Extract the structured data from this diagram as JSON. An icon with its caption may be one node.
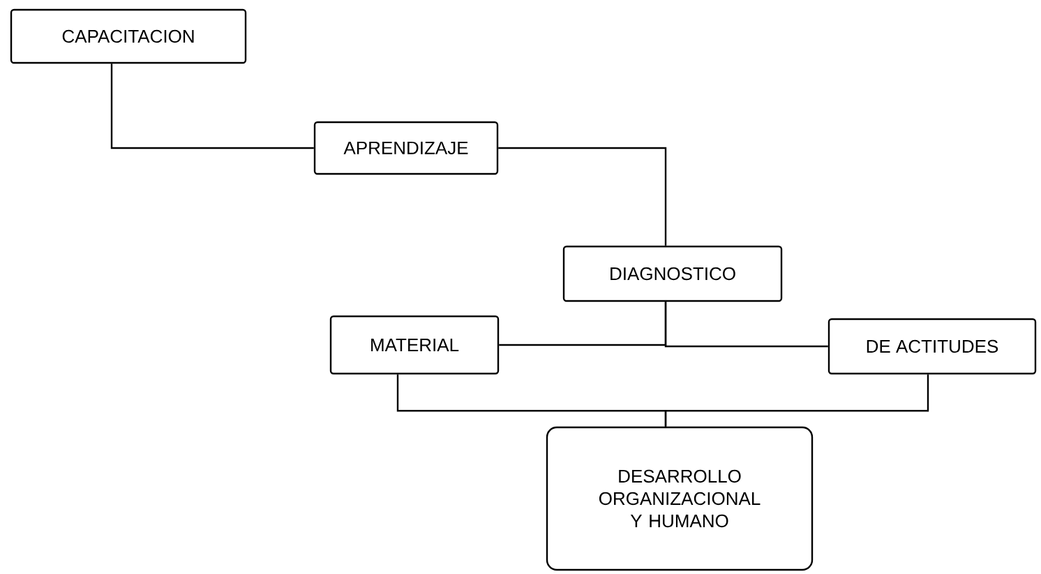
{
  "diagram": {
    "nodes": [
      {
        "text": [
          "CAPACITACION"
        ]
      },
      {
        "text": [
          "APRENDIZAJE"
        ]
      },
      {
        "text": [
          "DIAGNOSTICO"
        ]
      },
      {
        "text": [
          "MATERIAL"
        ]
      },
      {
        "text": [
          "DE ACTITUDES"
        ]
      },
      {
        "text": [
          "DESARROLLO ORGANIZACIONAL Y HUMANO"
        ]
      }
    ],
    "edges": [
      {
        "from": 0,
        "to": 1,
        "arrow": "none"
      },
      {
        "from": 1,
        "to": 2,
        "arrow": "none"
      },
      {
        "from": 2,
        "to": 3,
        "arrow": "none"
      },
      {
        "from": 2,
        "to": 4,
        "arrow": "none"
      },
      {
        "from": 3,
        "to": 5,
        "arrow": "none"
      },
      {
        "from": 4,
        "to": 5,
        "arrow": "none"
      }
    ]
  }
}
